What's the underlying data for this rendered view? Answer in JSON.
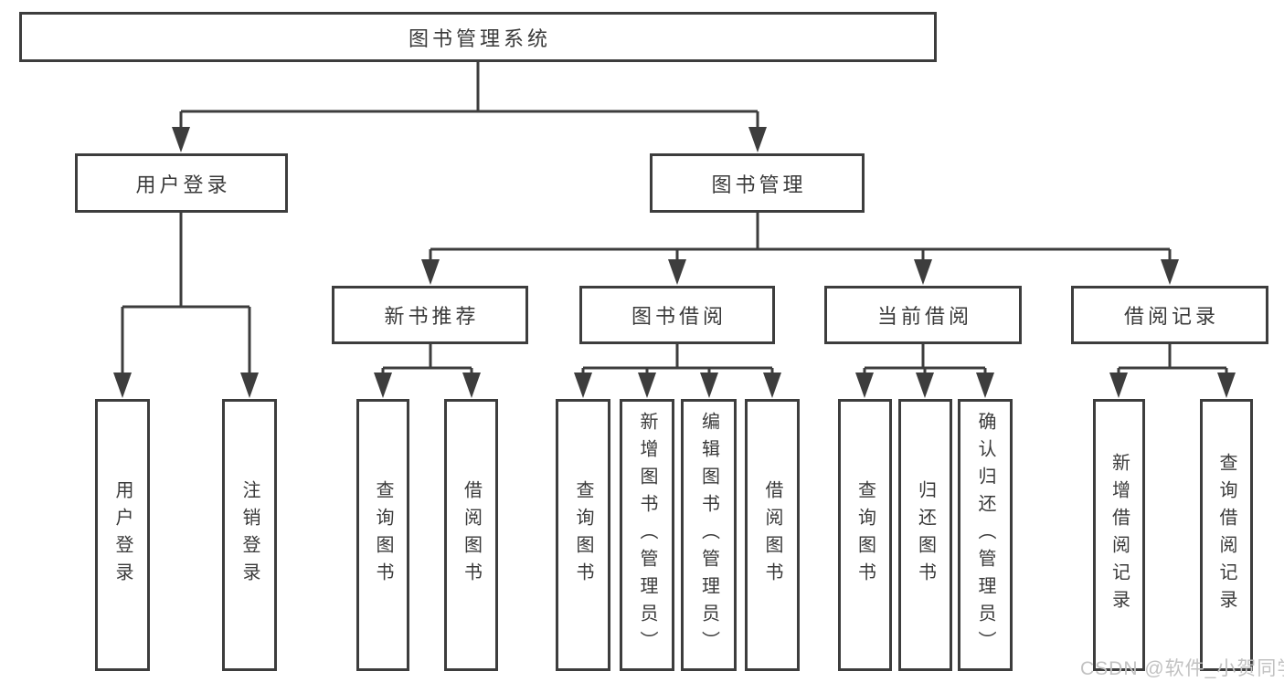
{
  "diagram": {
    "title_node": {
      "label": "图书管理系统"
    },
    "level2": [
      {
        "label": "用户登录"
      },
      {
        "label": "图书管理"
      }
    ],
    "level3": [
      {
        "label": "新书推荐"
      },
      {
        "label": "图书借阅"
      },
      {
        "label": "当前借阅"
      },
      {
        "label": "借阅记录"
      }
    ],
    "leaves": {
      "user_login": [
        {
          "label": "用户登录"
        },
        {
          "label": "注销登录"
        }
      ],
      "new_book_recommend": [
        {
          "label": "查询图书"
        },
        {
          "label": "借阅图书"
        }
      ],
      "book_borrow": [
        {
          "label": "查询图书"
        },
        {
          "label": "新增图书（管理员）"
        },
        {
          "label": "编辑图书（管理员）"
        },
        {
          "label": "借阅图书"
        }
      ],
      "current_borrow": [
        {
          "label": "查询图书"
        },
        {
          "label": "归还图书"
        },
        {
          "label": "确认归还（管理员）"
        }
      ],
      "borrow_records": [
        {
          "label": "新增借阅记录"
        },
        {
          "label": "查询借阅记录"
        }
      ]
    }
  },
  "watermark": {
    "text": "CSDN @软件_小贺同学"
  },
  "colors": {
    "line": "#3d3d3d",
    "text": "#3a3a3a",
    "watermark": "#c2c2c2",
    "background": "#ffffff"
  }
}
